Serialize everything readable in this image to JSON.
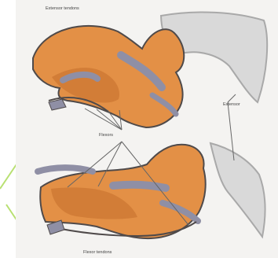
{
  "image": {
    "description_free": true
  },
  "labels": {
    "top_left": "Extensor tendons",
    "right": "Extensor",
    "center": "Flexors",
    "bottom_left": "Flexor tendons"
  },
  "colors": {
    "background_green": "#9bd83a",
    "green_line": "#b8e071",
    "panel": "#f4f3f1",
    "bone_orange": "#e39046",
    "bone_orange_dark": "#cf7b35",
    "bone_outline": "#4f4a4a",
    "tendon_gray": "#8f8fa5",
    "grey_shadow": "#bdbdbd",
    "text": "#444444"
  }
}
